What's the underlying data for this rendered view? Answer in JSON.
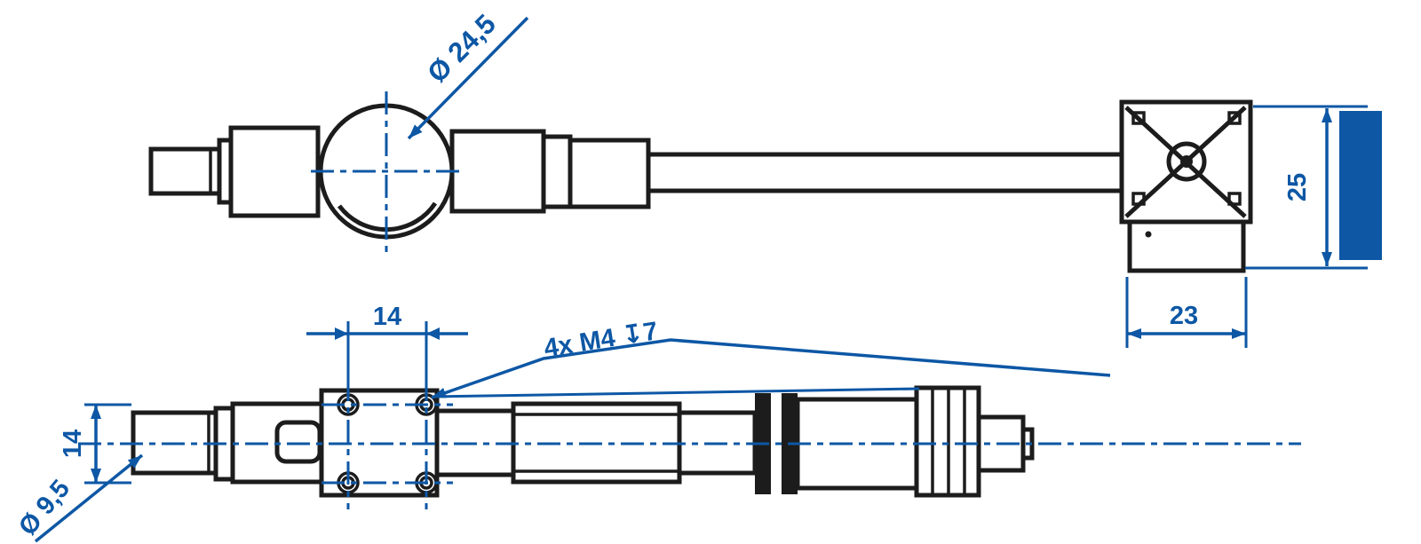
{
  "drawing": {
    "type": "technical-dimension-drawing",
    "background_color": "#ffffff",
    "accent_color": "#0d57a5",
    "linework_color": "#1c1c1c",
    "labels": {
      "top_diameter": "Ø 24,5",
      "head_height": "25",
      "head_width": "23",
      "hole_note": "4x M4 ↧7",
      "hole_spacing_horizontal": "14",
      "hole_spacing_vertical": "14",
      "left_diameter": "Ø 9,5"
    }
  }
}
